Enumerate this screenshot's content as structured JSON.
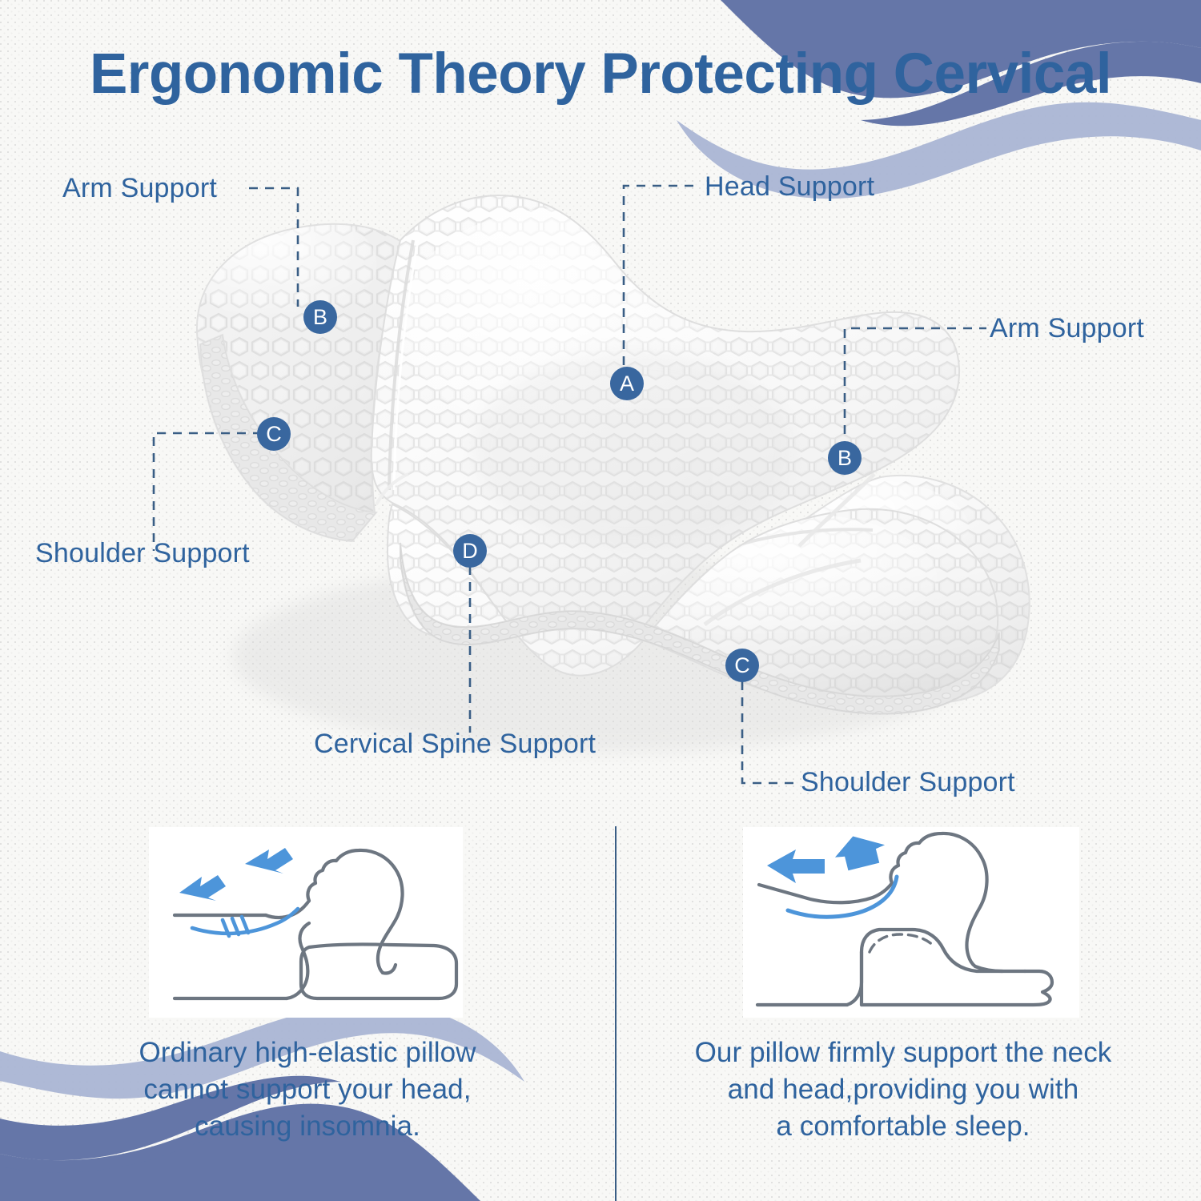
{
  "header": {
    "title": "Ergonomic Theory Protecting Cervical",
    "title_color": "#2f639e"
  },
  "decor": {
    "wave_dark_color": "#6576a8",
    "wave_light_color": "#aab5d4",
    "background_color": "#f7f7f5",
    "top_right_wave_name": "top-right-wave",
    "bottom_left_wave_name": "bottom-left-wave"
  },
  "product": {
    "name": "contoured cervical memory foam pillow",
    "cover_texture": "honeycomb knit",
    "marker_color": "#39679f"
  },
  "callouts": [
    {
      "id": "arm-support-left",
      "letter": "B",
      "label": "Arm Support"
    },
    {
      "id": "head-support",
      "letter": "A",
      "label": "Head Support"
    },
    {
      "id": "arm-support-right",
      "letter": "B",
      "label": "Arm Support"
    },
    {
      "id": "shoulder-support-left",
      "letter": "C",
      "label": "Shoulder Support"
    },
    {
      "id": "cervical-spine-support",
      "letter": "D",
      "label": "Cervical Spine Support"
    },
    {
      "id": "shoulder-support-right",
      "letter": "C",
      "label": "Shoulder Support"
    }
  ],
  "comparison": {
    "left": {
      "illustration": "person lying on a flat ordinary pillow with head tilted back and strain arrows at the neck",
      "caption": "Ordinary high-elastic pillow\ncannot support your head,\ncausing insomnia."
    },
    "right": {
      "illustration": "person lying on a contoured cervical pillow with the neck supported and relaxed motion arrows",
      "caption": "Our pillow firmly support the neck\nand head,providing you with\na comfortable sleep."
    },
    "arrow_color": "#5a97d8",
    "outline_color": "#6d7681"
  }
}
